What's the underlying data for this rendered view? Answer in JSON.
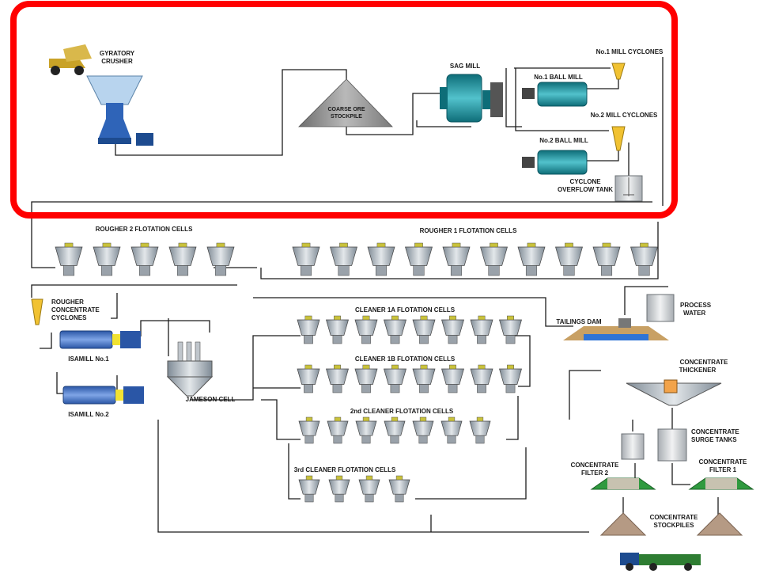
{
  "diagram": {
    "highlight_color": "#ff0000",
    "labels": {
      "gyratory_crusher": [
        "GYRATORY",
        "CRUSHER"
      ],
      "coarse_ore_stockpile": [
        "COARSE ORE",
        "STOCKPILE"
      ],
      "sag_mill": "SAG MILL",
      "no1_mill_cyclones": "No.1 MILL CYCLONES",
      "no1_ball_mill": "No.1 BALL MILL",
      "no2_mill_cyclones": "No.2 MILL CYCLONES",
      "no2_ball_mill": "No.2 BALL MILL",
      "cyclone_overflow_tank": [
        "CYCLONE",
        "OVERFLOW TANK"
      ],
      "rougher2": "ROUGHER 2 FLOTATION CELLS",
      "rougher1": "ROUGHER 1 FLOTATION CELLS",
      "rougher_concentrate_cyclones": [
        "ROUGHER",
        "CONCENTRATE",
        "CYCLONES"
      ],
      "isamill1": "ISAMILL No.1",
      "isamill2": "ISAMILL No.2",
      "jameson_cell": "JAMESON CELL",
      "cleaner1a": "CLEANER 1A FLOTATION CELLS",
      "cleaner1b": "CLEANER 1B FLOTATION CELLS",
      "cleaner2": "2nd CLEANER FLOTATION CELLS",
      "cleaner3": "3rd CLEANER FLOTATION CELLS",
      "tailings_dam": "TAILINGS DAM",
      "process_water": [
        "PROCESS",
        "WATER"
      ],
      "concentrate_thickener": [
        "CONCENTRATE",
        "THICKENER"
      ],
      "concentrate_surge_tanks": [
        "CONCENTRATE",
        "SURGE TANKS"
      ],
      "concentrate_filter2": [
        "CONCENTRATE",
        "FILTER 2"
      ],
      "concentrate_filter1": [
        "CONCENTRATE",
        "FILTER 1"
      ],
      "concentrate_stockpiles": [
        "CONCENTRATE",
        "STOCKPILES"
      ]
    }
  }
}
